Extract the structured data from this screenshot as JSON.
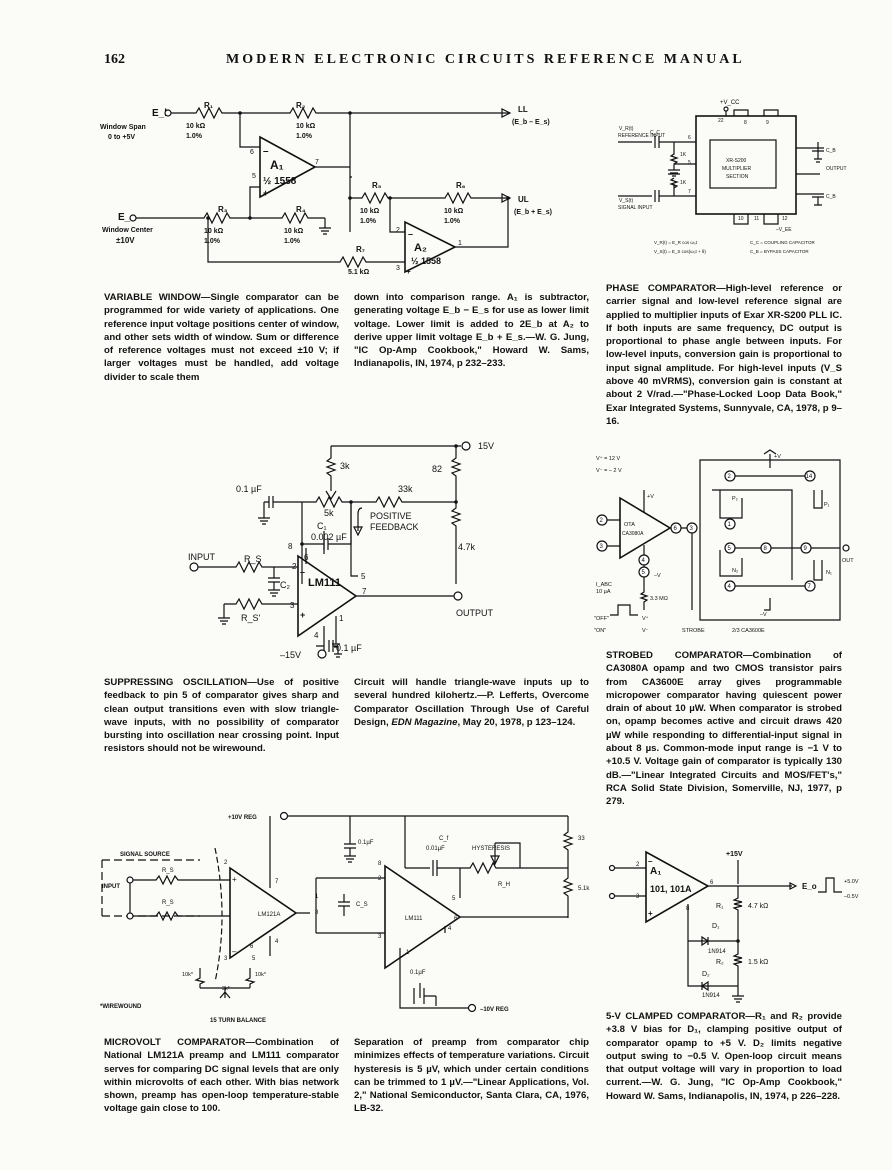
{
  "header": {
    "page_number": "162",
    "title": "MODERN ELECTRONIC CIRCUITS REFERENCE MANUAL"
  },
  "sections": {
    "variable_window": {
      "title": "VARIABLE WINDOW",
      "body1": "—Single comparator can be programmed for wide variety of applications. One reference input voltage positions center of window, and other sets width of window. Sum or difference of reference voltages must not exceed ±10 V; if larger voltages must be handled, add voltage divider to scale them",
      "body2": "down into comparison range. A₁ is subtractor, generating voltage E_b − E_s for use as lower limit voltage. Lower limit is added to 2E_b at A₂ to derive upper limit voltage E_b + E_s.—W. G. Jung, \"IC Op-Amp Cookbook,\" Howard W. Sams, Indianapolis, IN, 1974, p 232–233."
    },
    "phase_comparator": {
      "title": "PHASE COMPARATOR",
      "body": "—High-level reference or carrier signal and low-level reference signal are applied to multiplier inputs of Exar XR-S200 PLL IC. If both inputs are same frequency, DC output is proportional to phase angle between inputs. For low-level inputs, conversion gain is proportional to input signal amplitude. For high-level inputs (V_S above 40 mVRMS), conversion gain is constant at about 2 V/rad.—\"Phase-Locked Loop Data Book,\" Exar Integrated Systems, Sunnyvale, CA, 1978, p 9–16."
    },
    "suppressing_oscillation": {
      "title": "SUPPRESSING OSCILLATION",
      "body1": "—Use of positive feedback to pin 5 of comparator gives sharp and clean output transitions even with slow triangle-wave inputs, with no possibility of comparator bursting into oscillation near crossing point. Input resistors should not be wirewound.",
      "body2_a": "Circuit will handle triangle-wave inputs up to several hundred kilohertz.—P. Lefferts, Overcome Comparator Oscillation Through Use of Careful Design, ",
      "body2_em": "EDN Magazine",
      "body2_b": ", May 20, 1978, p 123–124."
    },
    "strobed_comparator": {
      "title": "STROBED COMPARATOR",
      "body": "—Combination of CA3080A opamp and two CMOS transistor pairs from CA3600E array gives programmable micropower comparator having quiescent power drain of about 10 µW. When comparator is strobed on, opamp becomes active and circuit draws 420 µW while responding to differential-input signal in about 8 µs. Common-mode input range is −1 V to +10.5 V. Voltage gain of comparator is typically 130 dB.—\"Linear Integrated Circuits and MOS/FET's,\" RCA Solid State Division, Somerville, NJ, 1977, p 279."
    },
    "microvolt_comparator": {
      "title": "MICROVOLT COMPARATOR",
      "body1": "—Combination of National LM121A preamp and LM111 comparator serves for comparing DC signal levels that are only within microvolts of each other. With bias network shown, preamp has open-loop temperature-stable voltage gain close to 100.",
      "body2": "Separation of preamp from comparator chip minimizes effects of temperature variations. Circuit hysteresis is 5 µV, which under certain conditions can be trimmed to 1 µV.—\"Linear Applications, Vol. 2,\" National Semiconductor, Santa Clara, CA, 1976, LB-32."
    },
    "clamped_comparator": {
      "title": "5-V CLAMPED COMPARATOR",
      "body": "—R₁ and R₂ provide +3.8 V bias for D₁, clamping positive output of comparator opamp to +5 V. D₂ limits negative output swing to −0.5 V. Open-loop circuit means that output voltage will vary in proportion to load current.—W. G. Jung, \"IC Op-Amp Cookbook,\" Howard W. Sams, Indianapolis, IN, 1974, p 226–228."
    }
  },
  "fig1": {
    "eb": "E_b",
    "window_span": "Window Span",
    "span_range": "0 to +5V",
    "es": "E_s",
    "window_center": "Window Center",
    "center_range": "±10V",
    "r1": "R₁",
    "r2": "R₂",
    "r3": "R₃",
    "r4": "R₄",
    "r5": "R₅",
    "r6": "R₆",
    "r7": "R₇",
    "r10k": "10 kΩ",
    "tol": "1.0%",
    "r7val": "5.1 kΩ",
    "a1": "A₁",
    "a2": "A₂",
    "ic": "½ 1558",
    "pin6": "6",
    "pin5": "5",
    "pin7": "7",
    "pin2": "2",
    "pin3": "3",
    "pin1": "1",
    "ll": "LL",
    "ll_expr": "(E_b – E_s)",
    "ul": "UL",
    "ul_expr": "(E_b + E_s)",
    "minus": "–",
    "plus": "+"
  },
  "fig2": {
    "vcc": "+V_CC",
    "ref_in_a": "V_R(t)",
    "ref_in_b": "REFERENCE INPUT",
    "sig_in_a": "V_S(t)",
    "sig_in_b": "SIGNAL INPUT",
    "chip_a": "XR-S200",
    "chip_b": "MULTIPLIER",
    "chip_c": "SECTION",
    "output": "OUTPUT",
    "vee": "–V_EE",
    "r1k": "1K",
    "cc": "C_C",
    "cb": "C_B",
    "p22": "22",
    "p8": "8",
    "p9": "9",
    "p6": "6",
    "p5": "5",
    "p7": "7",
    "p10": "10",
    "p11": "11",
    "p12": "12",
    "eq1": "V_R(t) = E_R cos ω₀t",
    "eq2": "V_S(t) = E_S cos(ω₀t + θ)",
    "leg1": "C_C = COUPLING CAPACITOR",
    "leg2": "C_B = BYPASS CAPACITOR"
  },
  "fig3": {
    "v15": "15V",
    "vm15": "–15V",
    "r3k": "3k",
    "r82": "82",
    "r33k": "33k",
    "r5k": "5k",
    "c01a": "0.1 µF",
    "c01b": "0.1 µF",
    "c1": "C₁",
    "c1val": "0.002 µF",
    "pf1": "POSITIVE",
    "pf2": "FEEDBACK",
    "r47k": "4.7k",
    "input": "INPUT",
    "rs": "R_S",
    "rs2": "R_S'",
    "c2": "C₂",
    "ic": "LM111",
    "output": "OUTPUT",
    "p8": "8",
    "p6": "6",
    "p2": "2",
    "p3": "3",
    "p5": "5",
    "p7": "7",
    "p1": "1",
    "p4": "4"
  },
  "fig4": {
    "vp": "V⁺ = 12 V",
    "vm": "V⁻ = – 2 V",
    "ota": "OTA",
    "ca": "CA3080A",
    "iabc": "I_ABC",
    "iabc_v": "10 µA",
    "r33m": "3.3 MΩ",
    "off": "\"OFF\"",
    "on": "\"ON\"",
    "vp2": "V⁺",
    "vm2": "V⁻",
    "strobe": "STROBE",
    "array": "2/3 CA3600E",
    "out": "OUT",
    "n2": "2",
    "n14": "14",
    "n3": "3",
    "n6": "6",
    "n1": "1",
    "n5": "5",
    "n8": "8",
    "n9": "9",
    "n4": "4",
    "n7": "7",
    "p1": "P₁",
    "p2": "P₂",
    "n1l": "N₁",
    "n2l": "N₂",
    "plusv": "+V",
    "minusv": "–V"
  },
  "fig5": {
    "vreg_p": "+10V REG",
    "vreg_m": "–10V REG",
    "sig_src": "SIGNAL SOURCE",
    "input": "INPUT",
    "rs": "R_S",
    "pre": "LM121A",
    "cmp": "LM111",
    "c01a": "0.1µF",
    "c01b": "0.1µF",
    "cf": "C_f",
    "cfval": "0.01µF",
    "hyst": "HYSTERESIS",
    "rh": "R_H",
    "cs": "C_S",
    "r33": "33",
    "r51k": "5.1k",
    "r10k": "10k*",
    "r2k": "2k*",
    "wire": "*WIREWOUND",
    "bal": "15 TURN BALANCE",
    "p2": "2",
    "p3": "3",
    "p7": "7",
    "p1": "1",
    "p8": "8",
    "p5": "5",
    "p6": "6",
    "p4": "4"
  },
  "fig6": {
    "v15": "+15V",
    "a1": "A₁",
    "ic": "101, 101A",
    "eo": "E_o",
    "r1": "R₁",
    "r1v": "4.7 kΩ",
    "r2": "R₂",
    "r2v": "1.5 kΩ",
    "d1": "D₁",
    "d2": "D₂",
    "diode": "1N914",
    "vhi": "+5.0V",
    "vlo": "–0.5V",
    "p2": "2",
    "p3": "3",
    "p6": "6",
    "p8": "8"
  }
}
